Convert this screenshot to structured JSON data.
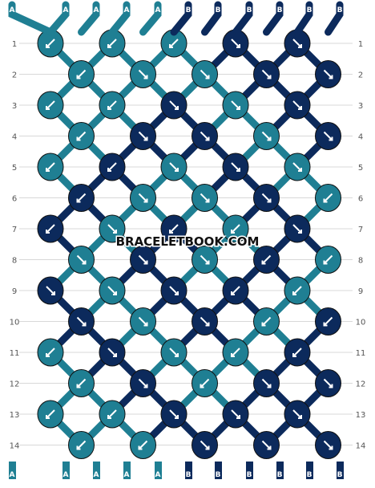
{
  "pattern": {
    "strand_labels": [
      "A",
      "A",
      "A",
      "A",
      "A",
      "B",
      "B",
      "B",
      "B",
      "B",
      "B"
    ],
    "colors": {
      "A": "#1f7f93",
      "B": "#0c2a5c"
    },
    "rows": [
      {
        "label": "1",
        "knots": [
          {
            "c": "A",
            "d": "sw"
          },
          {
            "c": "A",
            "d": "sw"
          },
          {
            "c": "A",
            "d": "sw"
          },
          {
            "c": "B",
            "d": "se"
          },
          {
            "c": "B",
            "d": "se"
          }
        ]
      },
      {
        "label": "2",
        "knots": [
          {
            "c": "A",
            "d": "sw"
          },
          {
            "c": "A",
            "d": "se"
          },
          {
            "c": "A",
            "d": "se"
          },
          {
            "c": "B",
            "d": "se"
          },
          {
            "c": "B",
            "d": "se"
          }
        ]
      },
      {
        "label": "3",
        "knots": [
          {
            "c": "A",
            "d": "sw"
          },
          {
            "c": "A",
            "d": "sw"
          },
          {
            "c": "B",
            "d": "se"
          },
          {
            "c": "A",
            "d": "se"
          },
          {
            "c": "B",
            "d": "se"
          }
        ]
      },
      {
        "label": "4",
        "knots": [
          {
            "c": "A",
            "d": "sw"
          },
          {
            "c": "B",
            "d": "se"
          },
          {
            "c": "B",
            "d": "se"
          },
          {
            "c": "A",
            "d": "se"
          },
          {
            "c": "B",
            "d": "se"
          }
        ]
      },
      {
        "label": "5",
        "knots": [
          {
            "c": "A",
            "d": "sw"
          },
          {
            "c": "B",
            "d": "sw"
          },
          {
            "c": "A",
            "d": "se"
          },
          {
            "c": "B",
            "d": "se"
          },
          {
            "c": "A",
            "d": "se"
          }
        ]
      },
      {
        "label": "6",
        "knots": [
          {
            "c": "B",
            "d": "sw"
          },
          {
            "c": "A",
            "d": "se"
          },
          {
            "c": "A",
            "d": "se"
          },
          {
            "c": "B",
            "d": "se"
          },
          {
            "c": "A",
            "d": "sw"
          }
        ]
      },
      {
        "label": "7",
        "knots": [
          {
            "c": "B",
            "d": "sw"
          },
          {
            "c": "A",
            "d": "se"
          },
          {
            "c": "B",
            "d": "sw"
          },
          {
            "c": "A",
            "d": "sw"
          },
          {
            "c": "B",
            "d": "se"
          }
        ]
      },
      {
        "label": "8",
        "knots": [
          {
            "c": "A",
            "d": "se"
          },
          {
            "c": "B",
            "d": "se"
          },
          {
            "c": "A",
            "d": "se"
          },
          {
            "c": "B",
            "d": "sw"
          },
          {
            "c": "A",
            "d": "sw"
          }
        ]
      },
      {
        "label": "9",
        "knots": [
          {
            "c": "B",
            "d": "se"
          },
          {
            "c": "A",
            "d": "se"
          },
          {
            "c": "B",
            "d": "se"
          },
          {
            "c": "B",
            "d": "sw"
          },
          {
            "c": "A",
            "d": "sw"
          }
        ]
      },
      {
        "label": "10",
        "knots": [
          {
            "c": "B",
            "d": "se"
          },
          {
            "c": "A",
            "d": "se"
          },
          {
            "c": "B",
            "d": "se"
          },
          {
            "c": "A",
            "d": "sw"
          },
          {
            "c": "B",
            "d": "sw"
          }
        ]
      },
      {
        "label": "11",
        "knots": [
          {
            "c": "A",
            "d": "sw"
          },
          {
            "c": "B",
            "d": "se"
          },
          {
            "c": "A",
            "d": "se"
          },
          {
            "c": "A",
            "d": "sw"
          },
          {
            "c": "B",
            "d": "sw"
          }
        ]
      },
      {
        "label": "12",
        "knots": [
          {
            "c": "A",
            "d": "sw"
          },
          {
            "c": "B",
            "d": "se"
          },
          {
            "c": "A",
            "d": "sw"
          },
          {
            "c": "B",
            "d": "se"
          },
          {
            "c": "B",
            "d": "se"
          }
        ]
      },
      {
        "label": "13",
        "knots": [
          {
            "c": "A",
            "d": "sw"
          },
          {
            "c": "A",
            "d": "sw"
          },
          {
            "c": "B",
            "d": "se"
          },
          {
            "c": "B",
            "d": "se"
          },
          {
            "c": "B",
            "d": "se"
          }
        ]
      },
      {
        "label": "14",
        "knots": [
          {
            "c": "A",
            "d": "sw"
          },
          {
            "c": "A",
            "d": "sw"
          },
          {
            "c": "B",
            "d": "se"
          },
          {
            "c": "B",
            "d": "se"
          },
          {
            "c": "B",
            "d": "se"
          }
        ]
      }
    ]
  },
  "watermark": "BRACELETBOOK.COM"
}
